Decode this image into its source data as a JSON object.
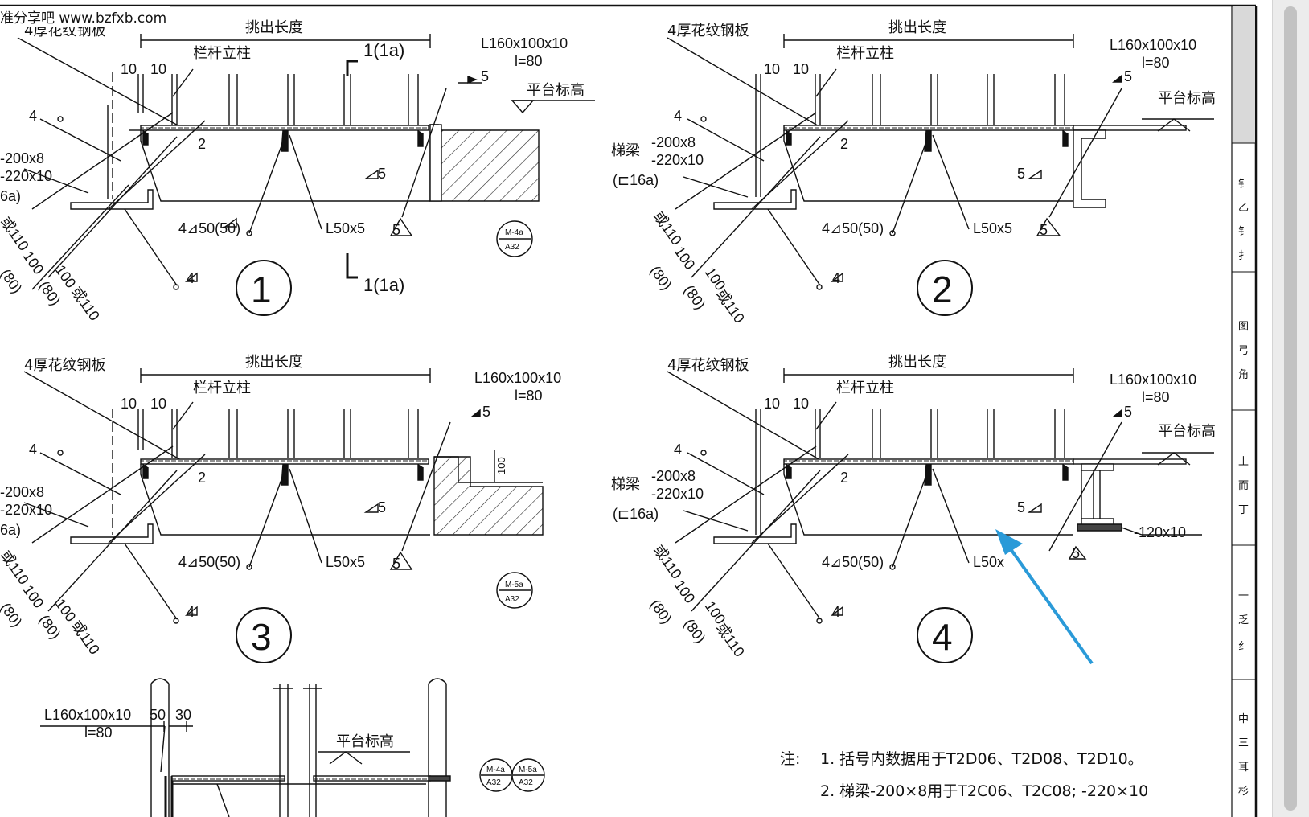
{
  "watermark": "准分享吧 www.bzfxb.com",
  "labels": {
    "plate": "4厚花纹钢板",
    "cantilever_length": "挑出长度",
    "railing_post": "栏杆立柱",
    "angle_top": "L160x100x10",
    "angle_len": "l=80",
    "platform_level": "平台标高",
    "stair_beam": "梯梁",
    "plate_200": "-200x8",
    "plate_220": "-220x10",
    "channel": "(⊏16a)",
    "channel_partial": "6a)",
    "weld_4_50": "4⊿50(50)",
    "angle_small": "L50x5",
    "angle_small_partial": "L50x",
    "dim_10": "10",
    "dim_2": "2",
    "weld_5": "5",
    "weld_4": "4",
    "dim_100": "100",
    "dim_80": "(80)",
    "dim_or110": "或110",
    "plate_120": "-120x10",
    "section_mark": "1(1a)",
    "ref_m4a": "M-4a",
    "ref_m5a": "M-5a",
    "ref_page": "A32",
    "dim_50": "50",
    "dim_30": "30"
  },
  "details": {
    "d1": "1",
    "d2": "2",
    "d3": "3",
    "d4": "4"
  },
  "notes": {
    "prefix": "注:",
    "n1": "1. 括号内数据用于T2D06、T2D08、T2D10。",
    "n2": "2. 梯梁-200×8用于T2C06、T2C08; -220×10"
  },
  "title_block_glyphs": [
    "钅",
    "乙",
    "钅",
    "扌",
    "图",
    "弓",
    "角",
    "丄",
    "而",
    "丁",
    "一",
    "乏",
    "纟",
    "中",
    "三",
    "耳",
    "杉"
  ]
}
